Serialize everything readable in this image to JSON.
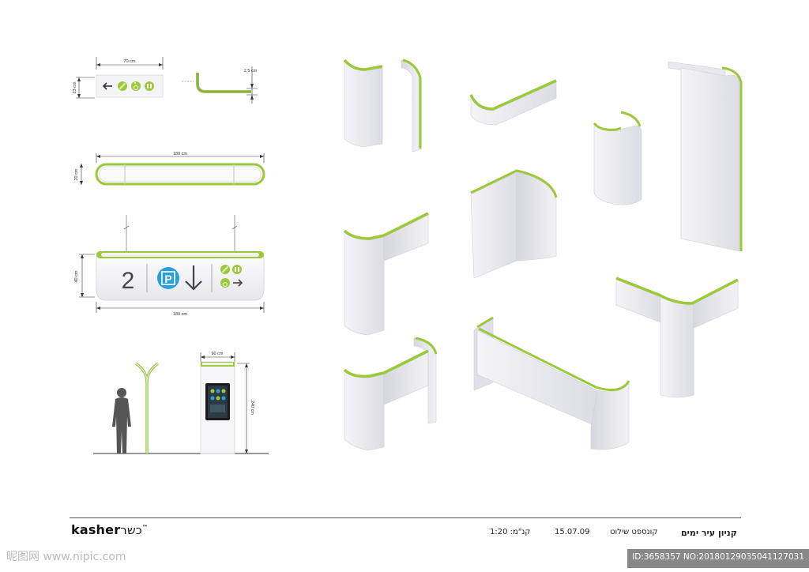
{
  "dimensions": {
    "small_sign_width": "70 cm",
    "small_sign_height": "23 cm",
    "profile_depth": "2.5 cm",
    "band_width": "180 cm",
    "band_height": "20 cm",
    "hanging_width": "180 cm",
    "hanging_height": "40 cm",
    "kiosk_width": "90 cm",
    "kiosk_height": "240 cm"
  },
  "hanging_sign": {
    "floor_number": "2",
    "parking_glyph": "P"
  },
  "footer": {
    "brand_latin": "kasher",
    "brand_hebrew": "כשר",
    "brand_mark": "™",
    "scale": "קנ\"מ: 1:20",
    "date": "15.07.09",
    "project_type": "קונספט שילוט",
    "project_name": "קניון עיר ימים"
  },
  "watermark": {
    "site": "昵图网 www.nipic.com",
    "id_line": "ID:3658357 NO:20180129035041127031"
  },
  "colors": {
    "accent": "#9cc93a",
    "panel": "#eeeef2",
    "panel_shade": "#dedee6",
    "parking_blue": "#2a9fd8"
  },
  "icons": [
    "arrow-left-icon",
    "stairs-icon",
    "wheelchair-icon",
    "restroom-icon",
    "parking-icon",
    "arrow-down-icon",
    "arrow-right-icon",
    "person-silhouette-icon",
    "touchscreen-icon"
  ]
}
